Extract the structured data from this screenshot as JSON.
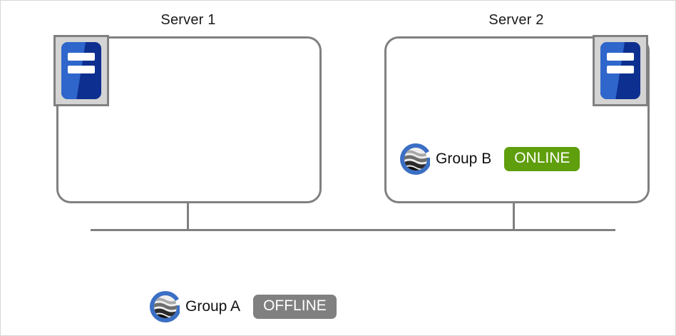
{
  "diagram": {
    "type": "cluster-topology",
    "servers": [
      {
        "id": "server-1",
        "title": "Server 1",
        "icon": "server-rack-icon",
        "icon_position": "top-left",
        "groups": []
      },
      {
        "id": "server-2",
        "title": "Server 2",
        "icon": "server-rack-icon",
        "icon_position": "top-right",
        "groups": [
          {
            "id": "group-b",
            "logo": "gluster-g-logo",
            "label": "Group  B",
            "status": "ONLINE",
            "status_color": "#5f9e0c"
          }
        ]
      }
    ],
    "detached_groups": [
      {
        "id": "group-a",
        "logo": "gluster-g-logo",
        "label": "Group A",
        "status": "OFFLINE",
        "status_color": "#808080"
      }
    ],
    "network": {
      "bus_label": "",
      "line_color": "#808080"
    },
    "colors": {
      "box_border": "#808080",
      "icon_frame": "#d4d4d4",
      "chassis_dark_blue": "#0d2f8f",
      "chassis_light_blue": "#2f66cc",
      "logo_ring_blue": "#3b6fc4",
      "page_border": "#d8d8d8"
    }
  }
}
